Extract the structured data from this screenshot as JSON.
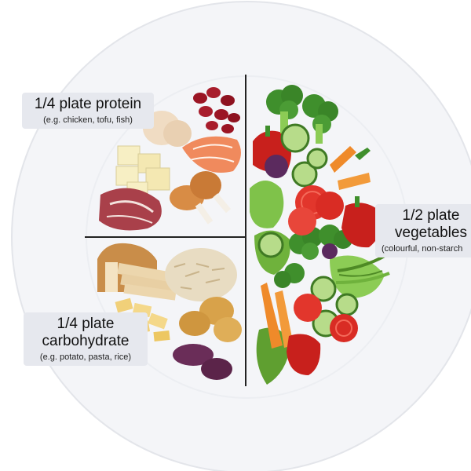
{
  "sections": {
    "protein": {
      "title": "1/4 plate protein",
      "subtitle": "(e.g. chicken, tofu, fish)"
    },
    "carbohydrate": {
      "title_line1": "1/4 plate",
      "title_line2": "carbohydrate",
      "subtitle": "(e.g. potato, pasta, rice)"
    },
    "vegetables": {
      "title_line1": "1/2 plate",
      "title_line2": "vegetables",
      "subtitle": "(colourful, non-starch"
    }
  },
  "colors": {
    "plate": "#f4f5f8",
    "plate_rim": "#e3e5ea",
    "divider": "#222222",
    "label_bg": "#e6e8ee",
    "broccoli": "#3f8f2c",
    "tomato": "#e2362c",
    "carrot": "#ef8a2a",
    "lettuce": "#7fc24a",
    "cucumber": "#b7dc8a",
    "pepper": "#c8201c",
    "egg": "#f0dcc3",
    "salmon": "#f08a5d",
    "bean": "#9b1524",
    "tofu": "#f7efc4",
    "chicken": "#d88c45",
    "steak": "#a9404a",
    "bread": "#c98d49",
    "rice": "#e8dcc2",
    "pasta": "#f1d079",
    "potato": "#d8a24a",
    "sweet_potato": "#6a2d58"
  },
  "icons": [
    "broccoli-icon",
    "tomato-icon",
    "carrot-icon",
    "lettuce-icon",
    "cucumber-icon",
    "pepper-icon",
    "egg-icon",
    "salmon-icon",
    "kidney-bean-icon",
    "tofu-icon",
    "chicken-drumstick-icon",
    "steak-icon",
    "bread-icon",
    "rice-icon",
    "pasta-icon",
    "potato-icon",
    "sweet-potato-icon"
  ]
}
